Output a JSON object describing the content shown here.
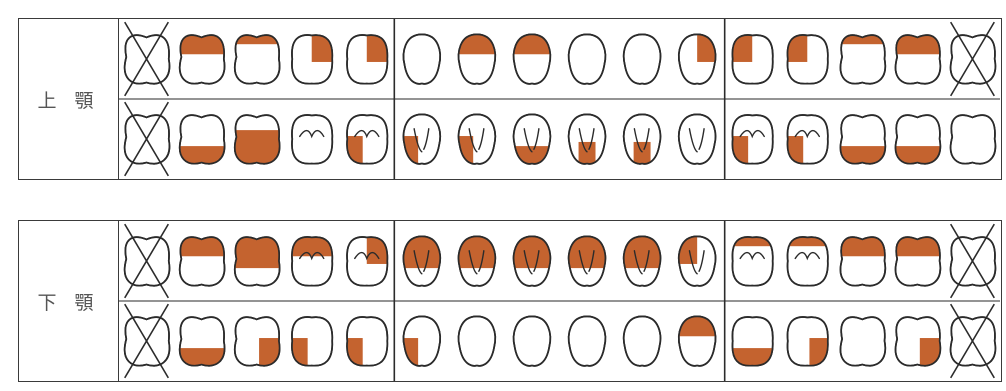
{
  "colors": {
    "plaque": "#c4632f",
    "outline": "#2b2b2b"
  },
  "panels": [
    {
      "id": "upper",
      "label": "上 顎",
      "rows": [
        {
          "name": "row-upper-a",
          "teeth": [
            {
              "shape": "molar",
              "stain": "none",
              "missing": true
            },
            {
              "shape": "molar",
              "stain": "top"
            },
            {
              "shape": "molar",
              "stain": "top-thin"
            },
            {
              "shape": "premolar",
              "stain": "top-right"
            },
            {
              "shape": "premolar",
              "stain": "top-right"
            },
            {
              "shape": "incisor",
              "stain": "none"
            },
            {
              "shape": "incisor",
              "stain": "top"
            },
            {
              "shape": "incisor",
              "stain": "top"
            },
            {
              "shape": "incisor",
              "stain": "none"
            },
            {
              "shape": "incisor",
              "stain": "none"
            },
            {
              "shape": "incisor",
              "stain": "top-right"
            },
            {
              "shape": "premolar",
              "stain": "top-left"
            },
            {
              "shape": "premolar",
              "stain": "top-left"
            },
            {
              "shape": "molar",
              "stain": "top-thin"
            },
            {
              "shape": "molar",
              "stain": "top"
            },
            {
              "shape": "molar",
              "stain": "none",
              "missing": true
            }
          ]
        },
        {
          "name": "row-upper-b",
          "teeth": [
            {
              "shape": "molar",
              "stain": "none",
              "missing": true
            },
            {
              "shape": "molar",
              "stain": "bottom"
            },
            {
              "shape": "molar",
              "stain": "bottom-full"
            },
            {
              "shape": "premolar",
              "stain": "none",
              "groove": true
            },
            {
              "shape": "premolar",
              "stain": "bottom-left",
              "groove": true
            },
            {
              "shape": "incisor",
              "stain": "bottom-left",
              "groove": true
            },
            {
              "shape": "incisor",
              "stain": "bottom-left",
              "groove": true
            },
            {
              "shape": "incisor",
              "stain": "bottom",
              "groove": true
            },
            {
              "shape": "incisor",
              "stain": "bottom-center",
              "groove": true
            },
            {
              "shape": "incisor",
              "stain": "bottom-center",
              "groove": true
            },
            {
              "shape": "incisor",
              "stain": "none",
              "groove": true
            },
            {
              "shape": "premolar",
              "stain": "bottom-left",
              "groove": true
            },
            {
              "shape": "premolar",
              "stain": "bottom-left",
              "groove": true
            },
            {
              "shape": "molar",
              "stain": "bottom"
            },
            {
              "shape": "molar",
              "stain": "bottom"
            },
            {
              "shape": "molar",
              "stain": "none"
            }
          ]
        }
      ]
    },
    {
      "id": "lower",
      "label": "下 顎",
      "rows": [
        {
          "name": "row-lower-a",
          "teeth": [
            {
              "shape": "molar",
              "stain": "none",
              "missing": true
            },
            {
              "shape": "molar",
              "stain": "top"
            },
            {
              "shape": "molar",
              "stain": "top-full"
            },
            {
              "shape": "premolar",
              "stain": "top",
              "groove": true
            },
            {
              "shape": "premolar",
              "stain": "top-right",
              "groove": true
            },
            {
              "shape": "incisor",
              "stain": "top-full",
              "groove": true
            },
            {
              "shape": "incisor",
              "stain": "top-full",
              "groove": true
            },
            {
              "shape": "incisor",
              "stain": "top-full",
              "groove": true
            },
            {
              "shape": "incisor",
              "stain": "top-full",
              "groove": true
            },
            {
              "shape": "incisor",
              "stain": "top-full",
              "groove": true
            },
            {
              "shape": "incisor",
              "stain": "top-left",
              "groove": true
            },
            {
              "shape": "premolar",
              "stain": "top-thin",
              "groove": true
            },
            {
              "shape": "premolar",
              "stain": "top-thin",
              "groove": true
            },
            {
              "shape": "molar",
              "stain": "top"
            },
            {
              "shape": "molar",
              "stain": "top"
            },
            {
              "shape": "molar",
              "stain": "none",
              "missing": true
            }
          ]
        },
        {
          "name": "row-lower-b",
          "teeth": [
            {
              "shape": "molar",
              "stain": "none",
              "missing": true
            },
            {
              "shape": "molar",
              "stain": "bottom"
            },
            {
              "shape": "molar",
              "stain": "bottom-right"
            },
            {
              "shape": "premolar",
              "stain": "bottom-left"
            },
            {
              "shape": "premolar",
              "stain": "bottom-left"
            },
            {
              "shape": "incisor",
              "stain": "bottom-left"
            },
            {
              "shape": "incisor",
              "stain": "none"
            },
            {
              "shape": "incisor",
              "stain": "none"
            },
            {
              "shape": "incisor",
              "stain": "none"
            },
            {
              "shape": "incisor",
              "stain": "none"
            },
            {
              "shape": "incisor",
              "stain": "top"
            },
            {
              "shape": "premolar",
              "stain": "bottom"
            },
            {
              "shape": "premolar",
              "stain": "bottom-right"
            },
            {
              "shape": "molar",
              "stain": "none"
            },
            {
              "shape": "molar",
              "stain": "bottom-right"
            },
            {
              "shape": "molar",
              "stain": "none",
              "missing": true
            }
          ]
        }
      ]
    }
  ]
}
